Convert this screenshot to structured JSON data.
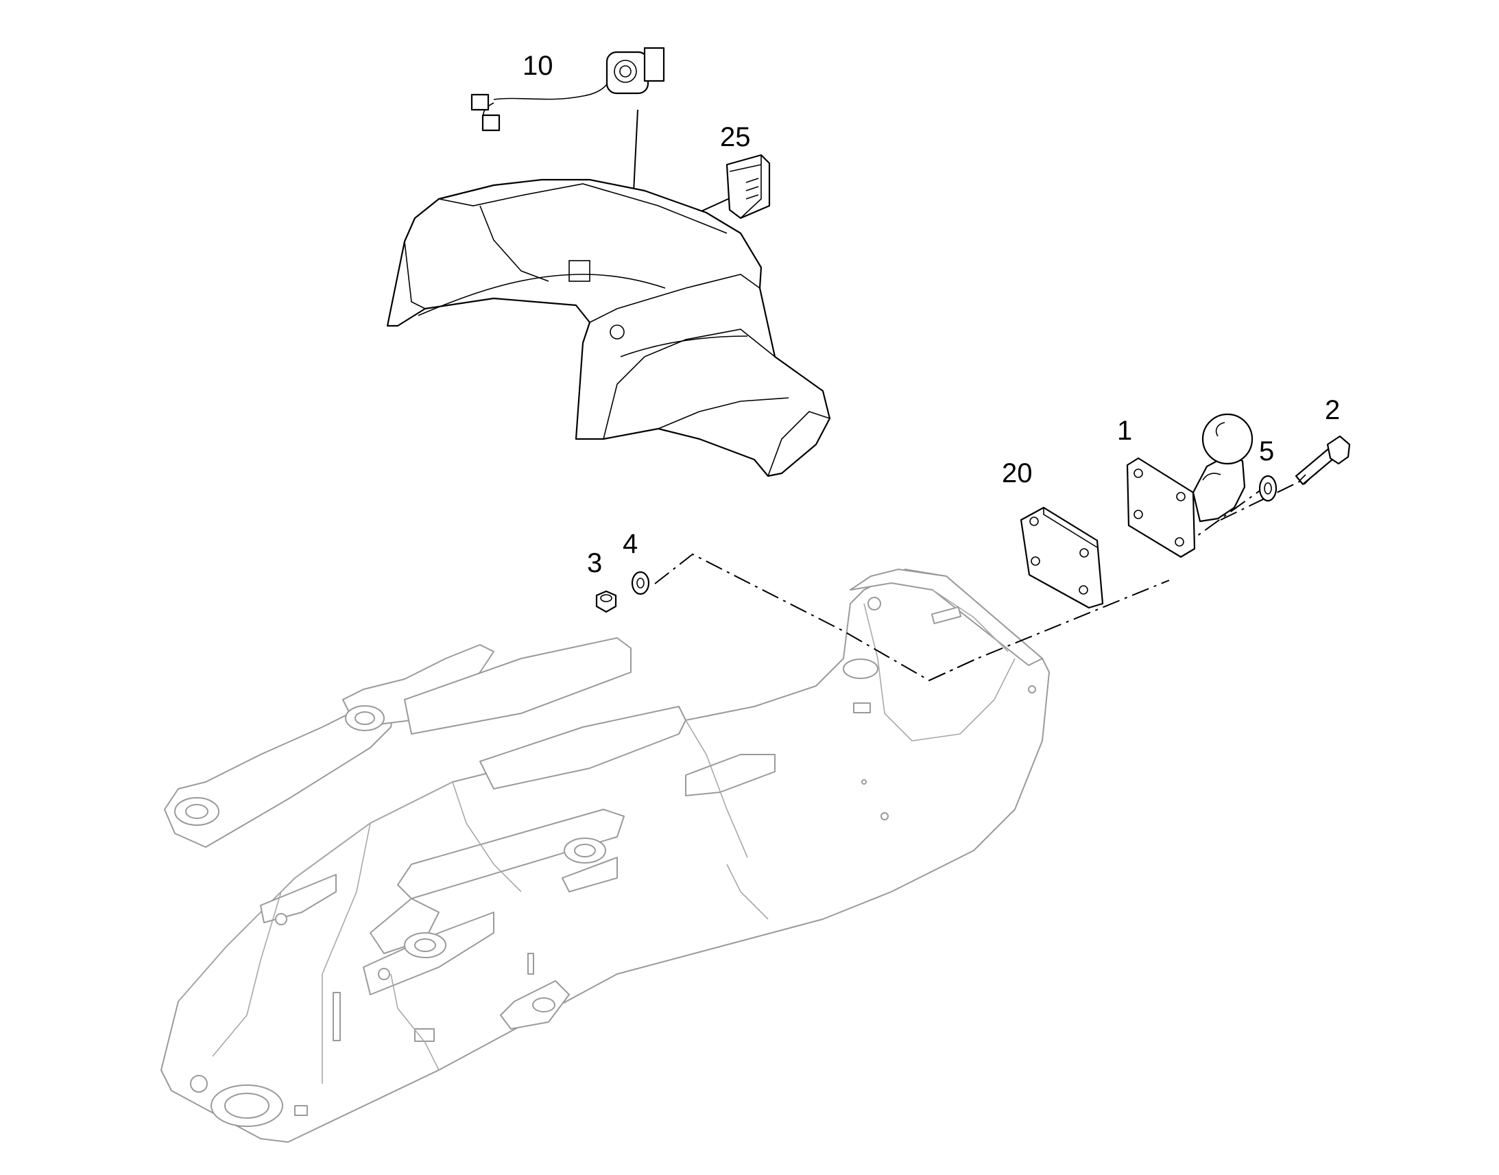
{
  "callouts": {
    "c10": "10",
    "c25": "25",
    "c1": "1",
    "c2": "2",
    "c5": "5",
    "c20": "20",
    "c3": "3",
    "c4": "4"
  },
  "parts": [
    {
      "ref": "10",
      "icon": "wiring-harness-connector-icon"
    },
    {
      "ref": "25",
      "icon": "lamp-module-icon"
    },
    {
      "ref": "1",
      "icon": "tow-ball-coupling-icon"
    },
    {
      "ref": "2",
      "icon": "bolt-icon"
    },
    {
      "ref": "5",
      "icon": "washer-icon"
    },
    {
      "ref": "20",
      "icon": "spacer-plate-icon"
    },
    {
      "ref": "3",
      "icon": "hex-nut-icon"
    },
    {
      "ref": "4",
      "icon": "washer-icon"
    }
  ],
  "colors": {
    "line": "#000000",
    "frame": "#9a9a9a",
    "background": "#ffffff"
  }
}
